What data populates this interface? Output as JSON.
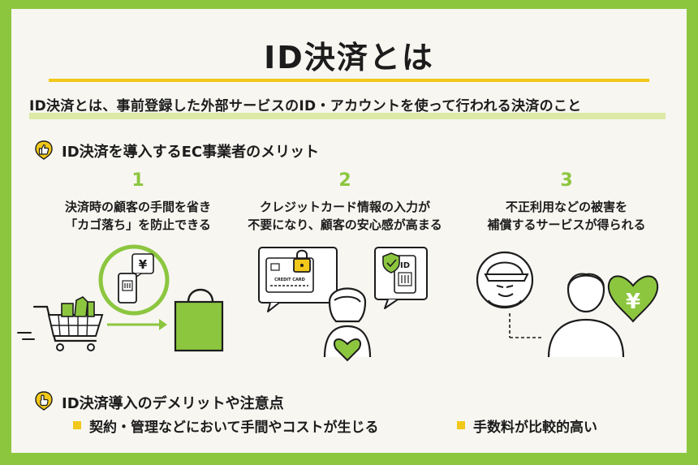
{
  "title": "ID決済とは",
  "definition": "ID決済とは、事前登録した外部サービスのID・アカウントを使って行われる決済のこと",
  "merits": {
    "heading": "ID決済を導入するEC事業者のメリット",
    "icon": "thumbs-up-icon",
    "items": [
      {
        "number": "1",
        "line1": "決済時の顧客の手間を省き",
        "line2": "「カゴ落ち」を防止できる"
      },
      {
        "number": "2",
        "line1": "クレジットカード情報の入力が",
        "line2": "不要になり、顧客の安心感が高まる"
      },
      {
        "number": "3",
        "line1": "不正利用などの被害を",
        "line2": "補償するサービスが得られる"
      }
    ]
  },
  "illustration": {
    "yen_symbol": "¥",
    "card_text": "CREDIT CARD",
    "id_text": "ID"
  },
  "demerits": {
    "heading": "ID決済導入のデメリットや注意点",
    "icon": "pointing-hand-icon",
    "items": [
      "契約・管理などにおいて手間やコストが生じる",
      "手数料が比較的高い"
    ]
  },
  "colors": {
    "accent_green": "#8cc63f",
    "accent_yellow": "#f2c81a",
    "background": "#f7f6f1"
  }
}
